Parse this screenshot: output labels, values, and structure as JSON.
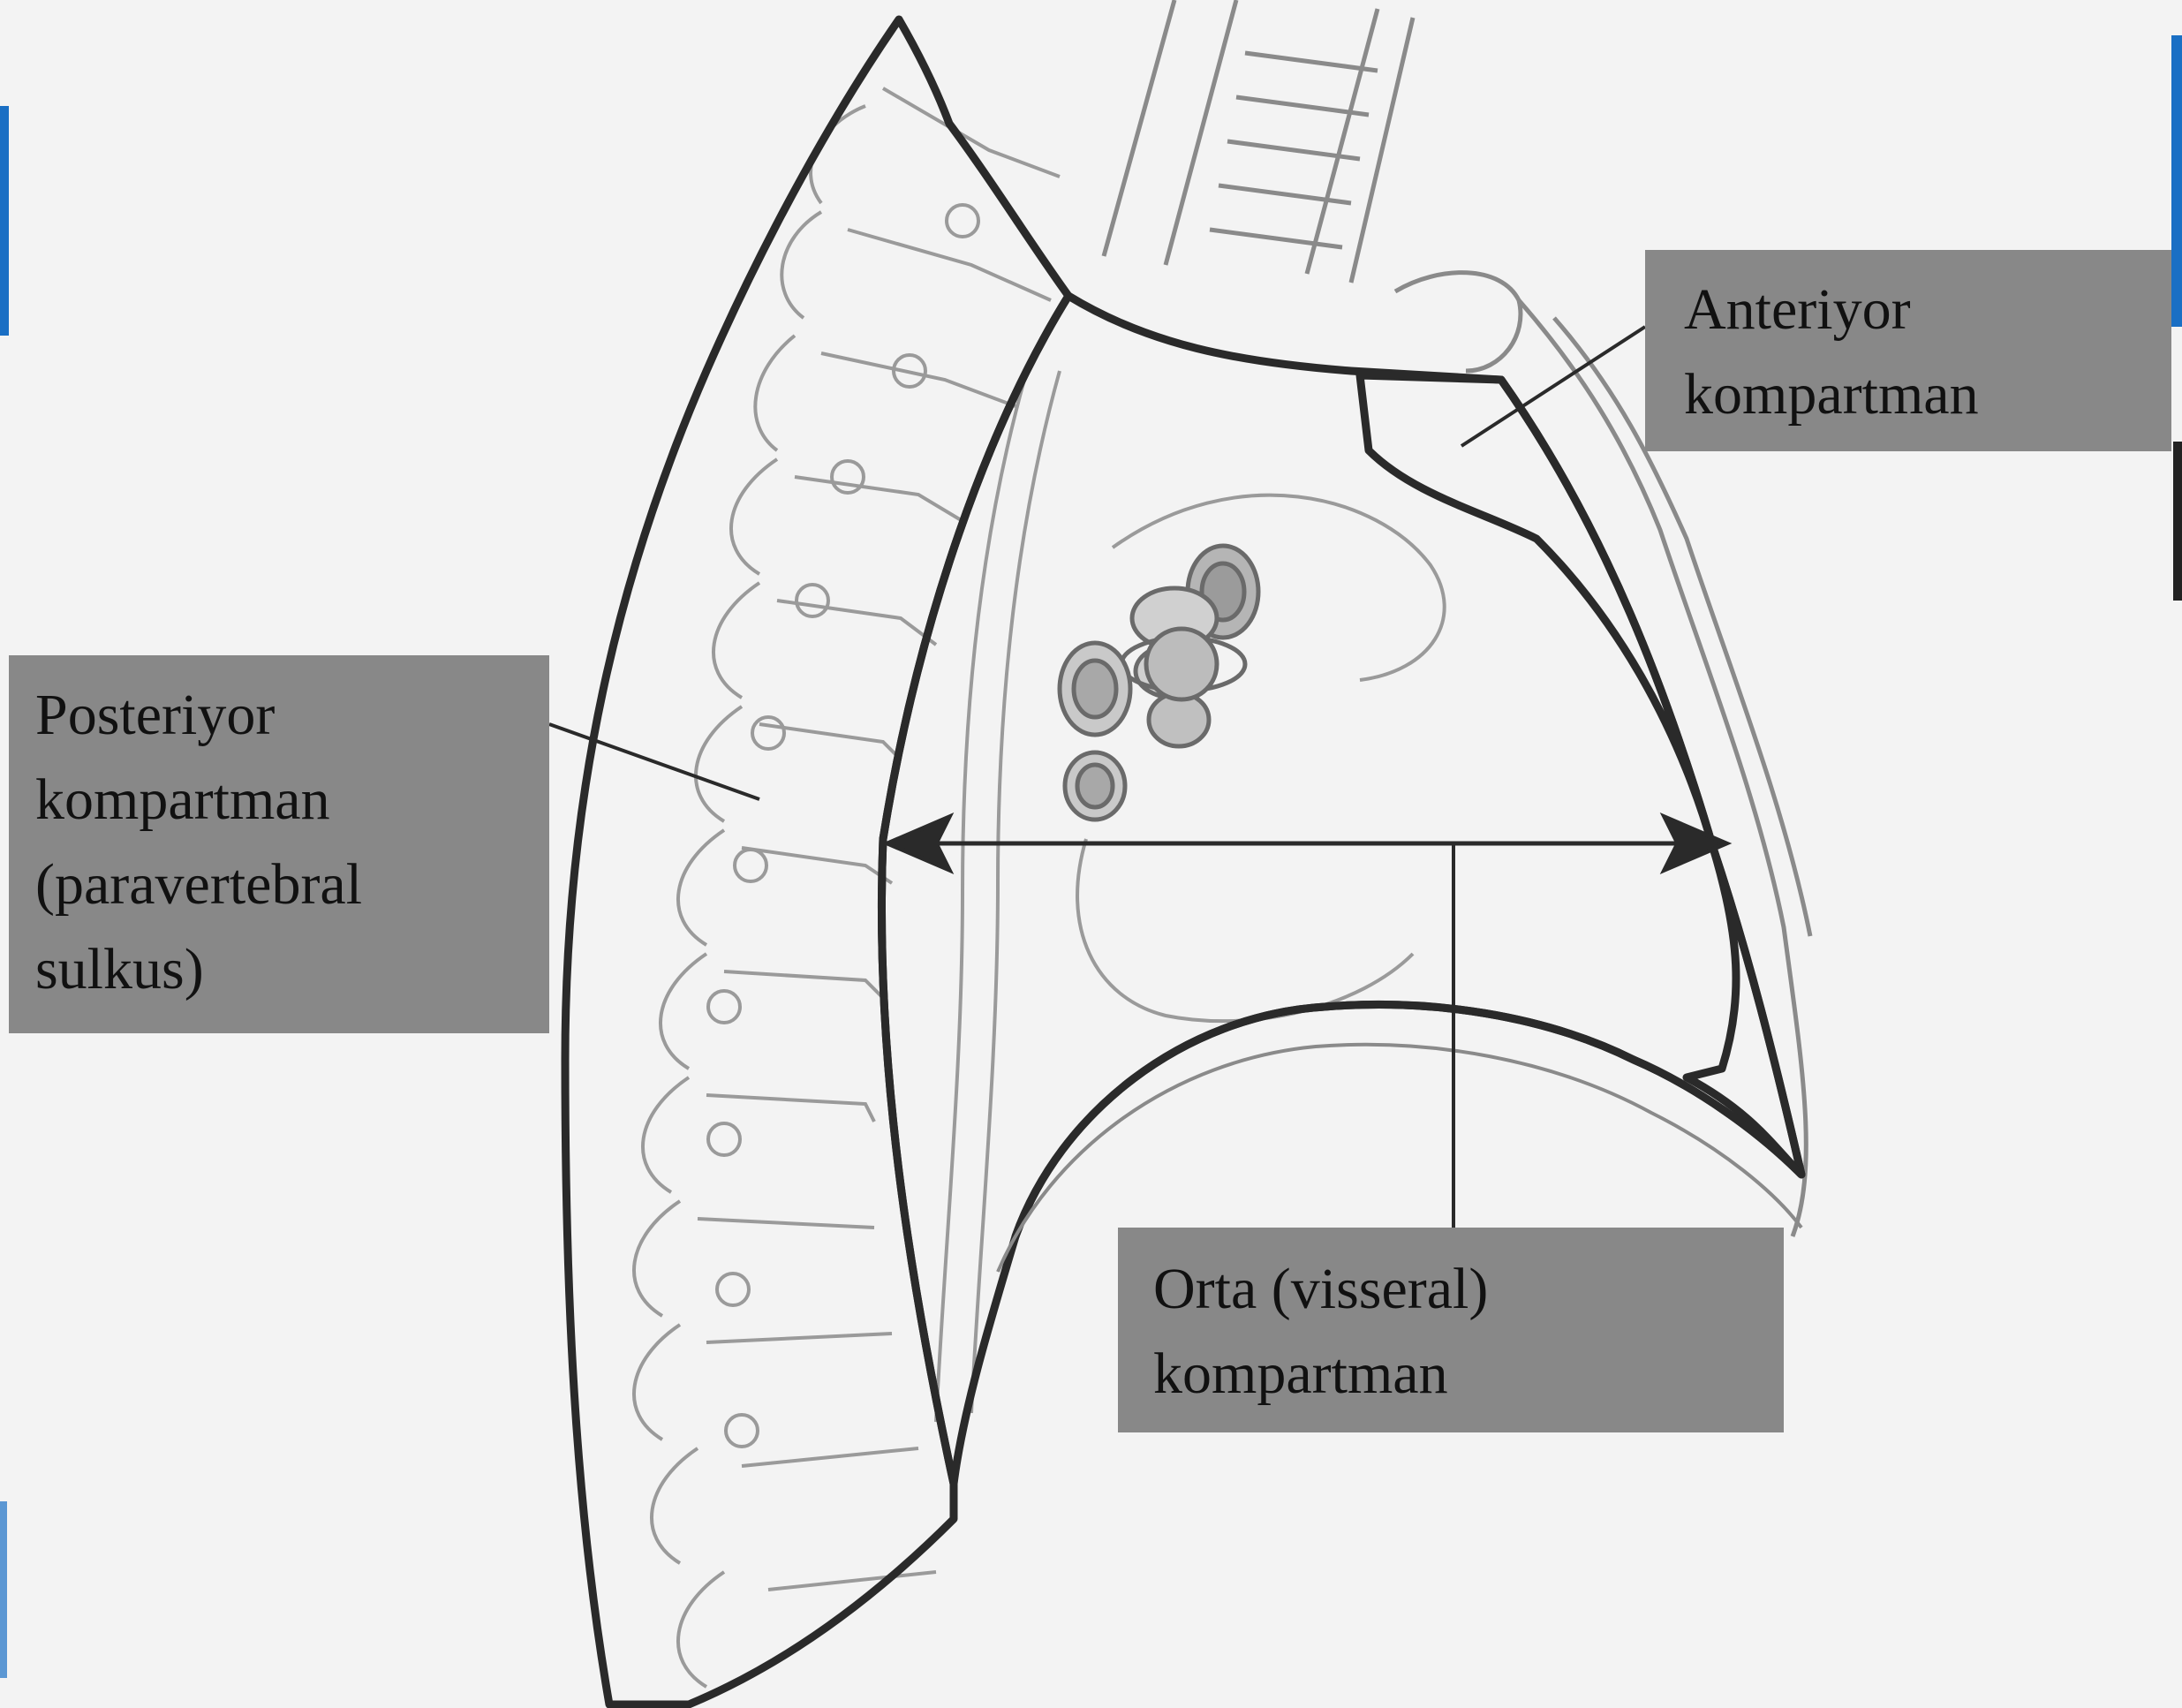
{
  "labels": {
    "anterior": {
      "line1": "Anteriyor",
      "line2": "kompartman"
    },
    "posterior": {
      "line1": "Posteriyor",
      "line2": "kompartman",
      "line3": "(paravertebral",
      "line4": "sulkus)"
    },
    "middle": {
      "line1": "Orta (visseral)",
      "line2": "kompartman"
    }
  },
  "colors": {
    "background": "#f3f3f3",
    "label_fill": "#888888",
    "outline": "#2a2a2a",
    "sketch": "#9a9a9a",
    "accent_edge": "#1a6fc4"
  }
}
